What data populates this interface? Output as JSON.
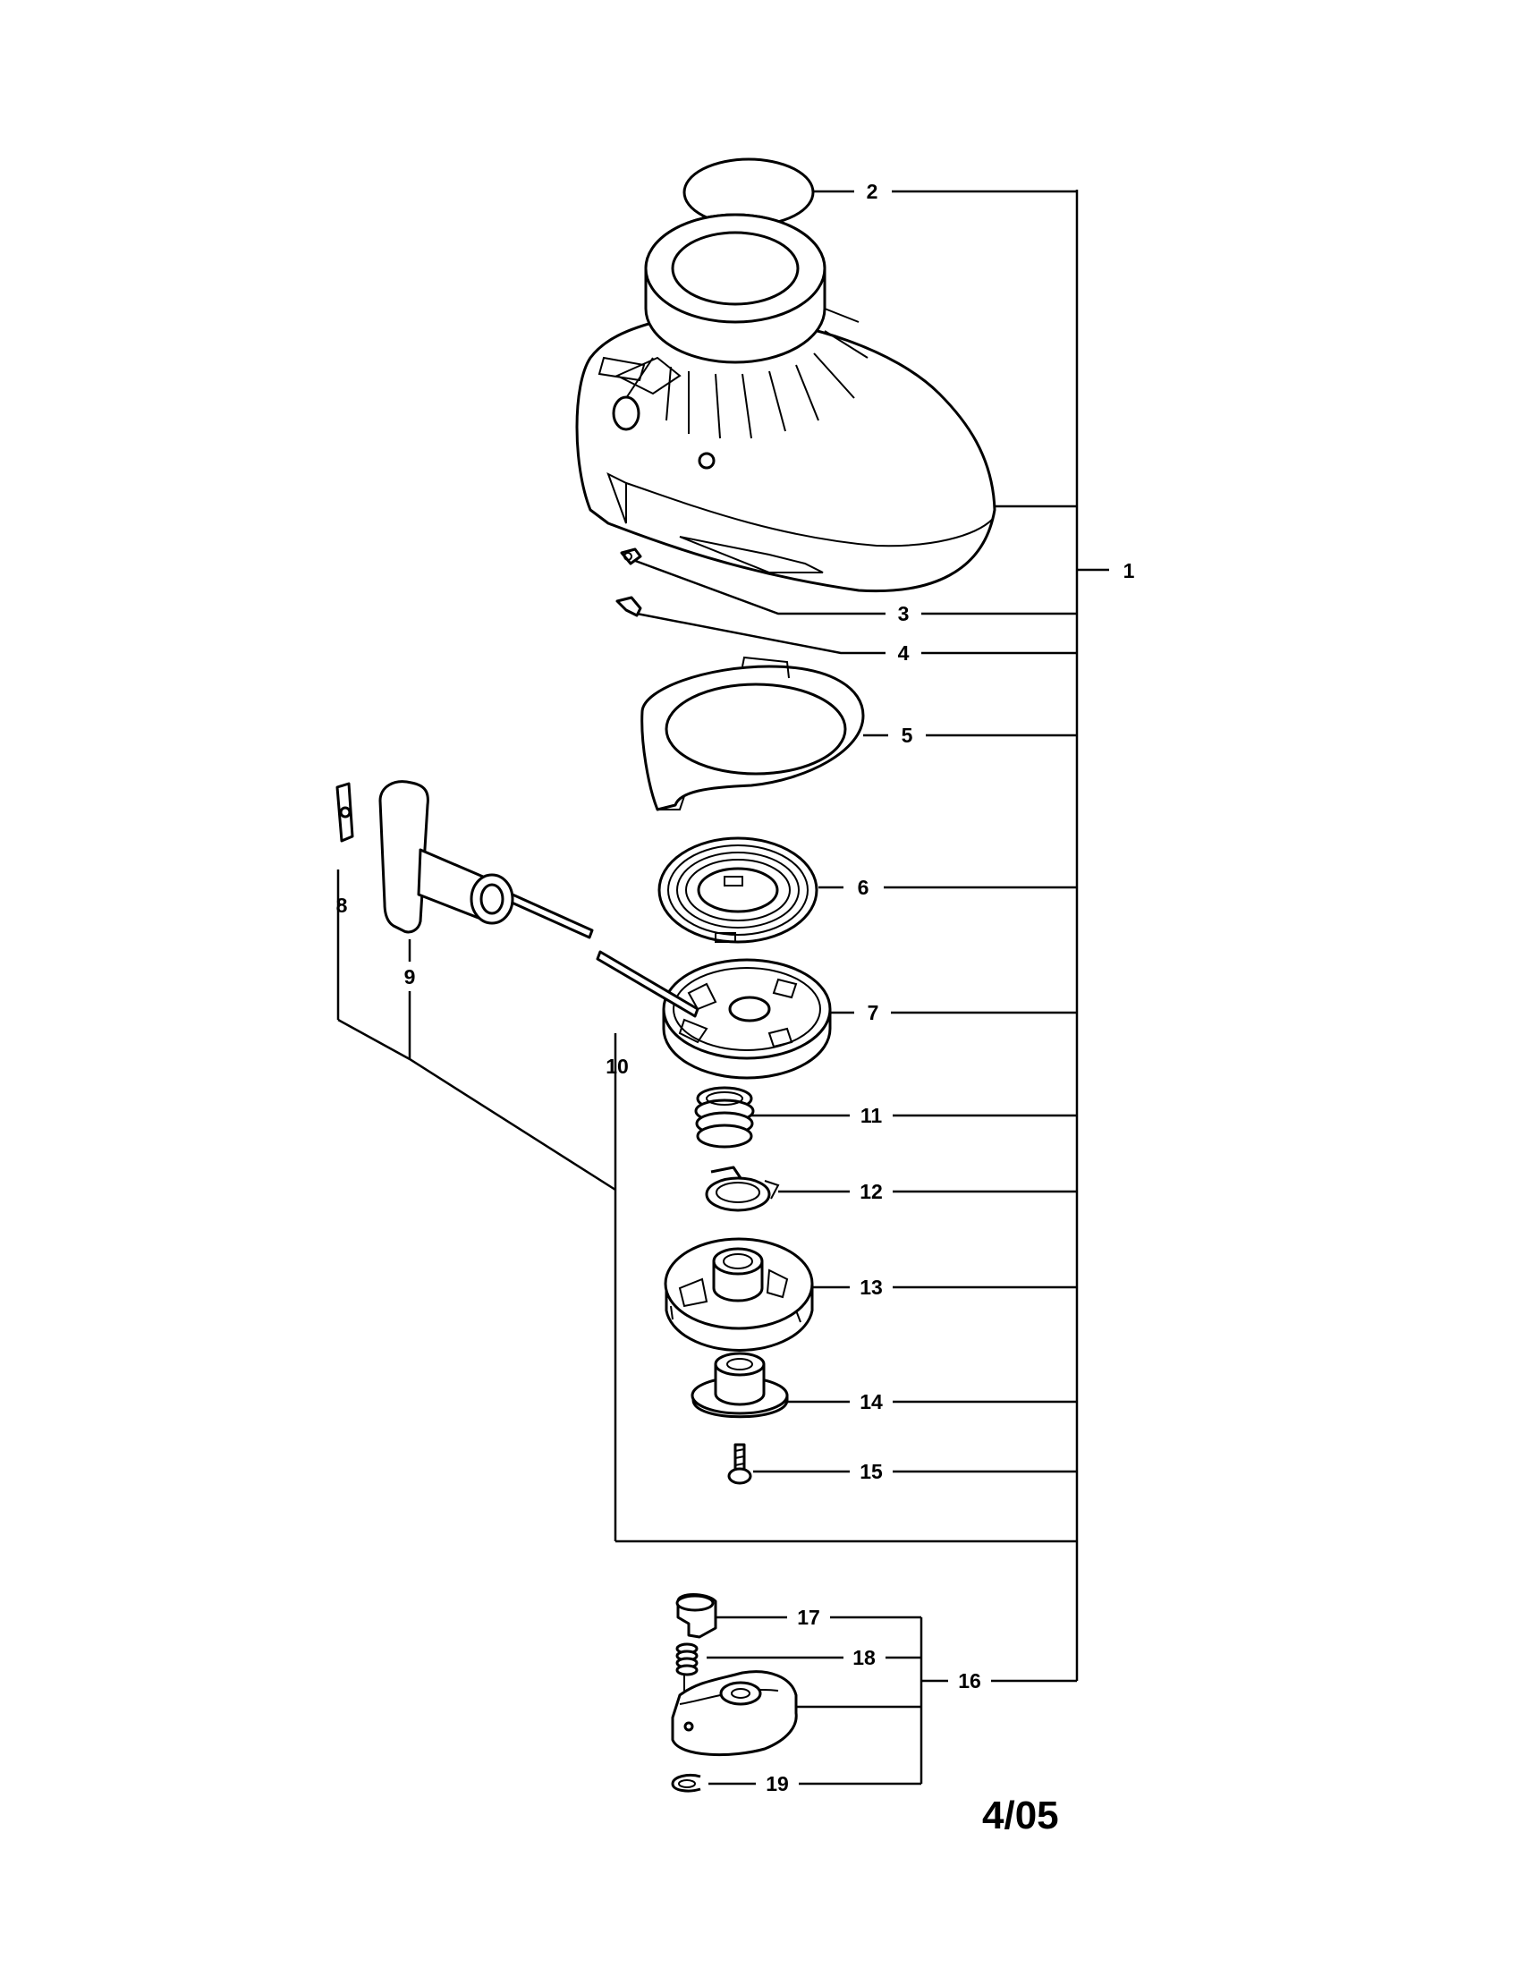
{
  "callouts": {
    "p1": "1",
    "p2": "2",
    "p3": "3",
    "p4": "4",
    "p5": "5",
    "p6": "6",
    "p7": "7",
    "p8": "8",
    "p9": "9",
    "p10": "10",
    "p11": "11",
    "p12": "12",
    "p13": "13",
    "p14": "14",
    "p15": "15",
    "p16": "16",
    "p17": "17",
    "p18": "18",
    "p19": "19"
  },
  "date_code": "4/05"
}
